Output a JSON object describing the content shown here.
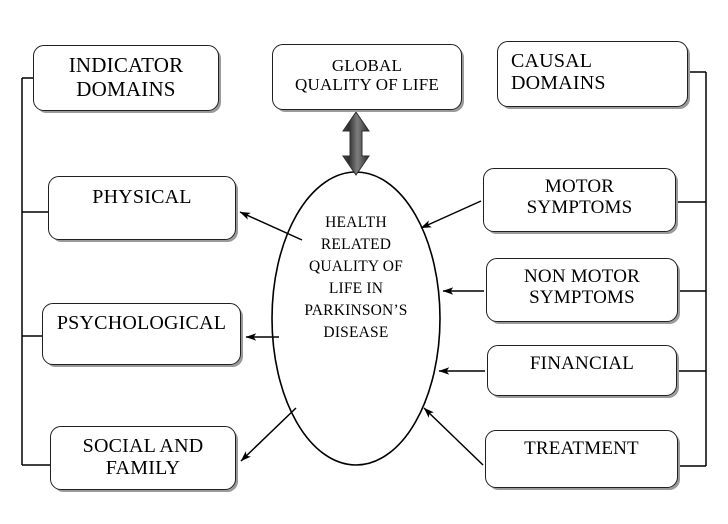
{
  "diagram": {
    "title": "Health Related Quality of Life in Parkinson's Disease conceptual model",
    "colors": {
      "background": "#ffffff",
      "stroke": "#231f20",
      "box_fill": "#ffffff",
      "shadow": "#9a9a9a",
      "block_arrow_dark": "#3a3a3a",
      "block_arrow_light": "#8d8d8d"
    },
    "center_node": {
      "shape": "ellipse",
      "name": "health-related-qol-ellipse",
      "lines": [
        "HEALTH",
        "RELATED",
        "QUALITY OF",
        "LIFE IN",
        "PARKINSON’S",
        "DISEASE"
      ]
    },
    "top_node": {
      "name": "global-quality-of-life",
      "lines": [
        "GLOBAL",
        "QUALITY OF LIFE"
      ]
    },
    "left_group": {
      "header": {
        "name": "indicator-domains",
        "lines": [
          "INDICATOR",
          "DOMAINS"
        ]
      },
      "items": [
        {
          "name": "physical",
          "lines": [
            "PHYSICAL"
          ]
        },
        {
          "name": "psychological",
          "lines": [
            "PSYCHOLOGICAL"
          ]
        },
        {
          "name": "social-and-family",
          "lines": [
            "SOCIAL AND",
            "FAMILY"
          ]
        }
      ]
    },
    "right_group": {
      "header": {
        "name": "causal-domains",
        "lines": [
          "CAUSAL",
          "DOMAINS"
        ]
      },
      "items": [
        {
          "name": "motor-symptoms",
          "lines": [
            "MOTOR",
            "SYMPTOMS"
          ]
        },
        {
          "name": "non-motor-symptoms",
          "lines": [
            "NON MOTOR",
            "SYMPTOMS"
          ]
        },
        {
          "name": "financial",
          "lines": [
            "FINANCIAL"
          ]
        },
        {
          "name": "treatment",
          "lines": [
            "TREATMENT"
          ]
        }
      ]
    },
    "connectors": {
      "double_arrow": {
        "name": "global-qol-bidirectional-arrow",
        "from": "GLOBAL QUALITY OF LIFE",
        "to": "HEALTH RELATED QUALITY OF LIFE IN PARKINSON’S DISEASE",
        "style": "double-headed block arrow"
      },
      "outgoing": [
        {
          "from": "HEALTH RELATED QUALITY OF LIFE IN PARKINSON’S DISEASE",
          "to": "PHYSICAL"
        },
        {
          "from": "HEALTH RELATED QUALITY OF LIFE IN PARKINSON’S DISEASE",
          "to": "PSYCHOLOGICAL"
        },
        {
          "from": "HEALTH RELATED QUALITY OF LIFE IN PARKINSON’S DISEASE",
          "to": "SOCIAL AND FAMILY"
        }
      ],
      "incoming": [
        {
          "from": "MOTOR SYMPTOMS",
          "to": "HEALTH RELATED QUALITY OF LIFE IN PARKINSON’S DISEASE"
        },
        {
          "from": "NON MOTOR SYMPTOMS",
          "to": "HEALTH RELATED QUALITY OF LIFE IN PARKINSON’S DISEASE"
        },
        {
          "from": "FINANCIAL",
          "to": "HEALTH RELATED QUALITY OF LIFE IN PARKINSON’S DISEASE"
        },
        {
          "from": "TREATMENT",
          "to": "HEALTH RELATED QUALITY OF LIFE IN PARKINSON’S DISEASE"
        }
      ]
    }
  }
}
